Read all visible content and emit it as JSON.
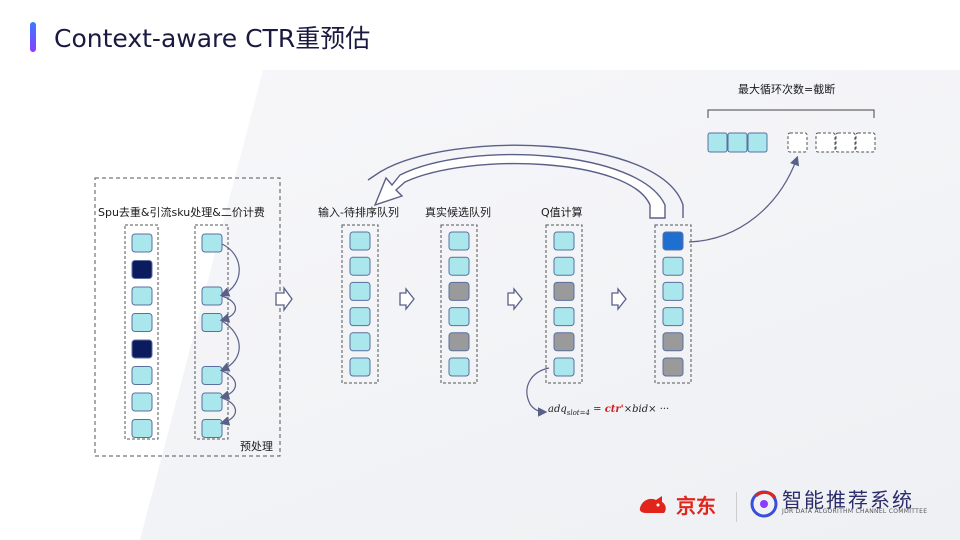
{
  "header": {
    "title": "Context-aware CTR重预估"
  },
  "stages": {
    "preprocess_title": "Spu去重&引流sku处理&二价计费",
    "preprocess_label": "预处理",
    "input_queue": "输入-待排序队列",
    "candidate_queue": "真实候选队列",
    "q_value": "Q值计算",
    "max_loop": "最大循环次数=截断"
  },
  "formula": {
    "lhs": "adq",
    "sub": "slot=4",
    "rest": " = ",
    "ctr": "ctr'",
    "tail": "×bid× ···"
  },
  "footer": {
    "brand": "京东",
    "logo_main": "智能推荐系统",
    "logo_sub": "JDR DATA ALGORITHM CHANNEL COMMITTEE"
  },
  "colors": {
    "cell_light": "#a9e7ec",
    "cell_dark": "#0c1a5e",
    "cell_gray": "#9a9a9a",
    "cell_blue": "#1f6fd1",
    "cell_border": "#5b6fa0",
    "arrow": "#5a6088"
  },
  "columns": [
    {
      "name": "spu-column",
      "cells": [
        "light",
        "dark",
        "light",
        "light",
        "dark",
        "light",
        "light",
        "light"
      ]
    },
    {
      "name": "sku-column",
      "cells": [
        "light",
        "empty",
        "light",
        "light",
        "empty",
        "light",
        "light",
        "light"
      ]
    },
    {
      "name": "input-column",
      "cells": [
        "light",
        "light",
        "light",
        "light",
        "light",
        "light"
      ]
    },
    {
      "name": "candidate-column",
      "cells": [
        "light",
        "light",
        "gray",
        "light",
        "gray",
        "light"
      ]
    },
    {
      "name": "q-column",
      "cells": [
        "light",
        "light",
        "gray",
        "light",
        "gray",
        "light"
      ]
    },
    {
      "name": "output-column",
      "cells": [
        "blue",
        "light",
        "light",
        "light",
        "gray",
        "gray"
      ]
    }
  ],
  "top_row": [
    "light",
    "light",
    "light",
    "empty",
    "empty",
    "empty",
    "empty"
  ]
}
